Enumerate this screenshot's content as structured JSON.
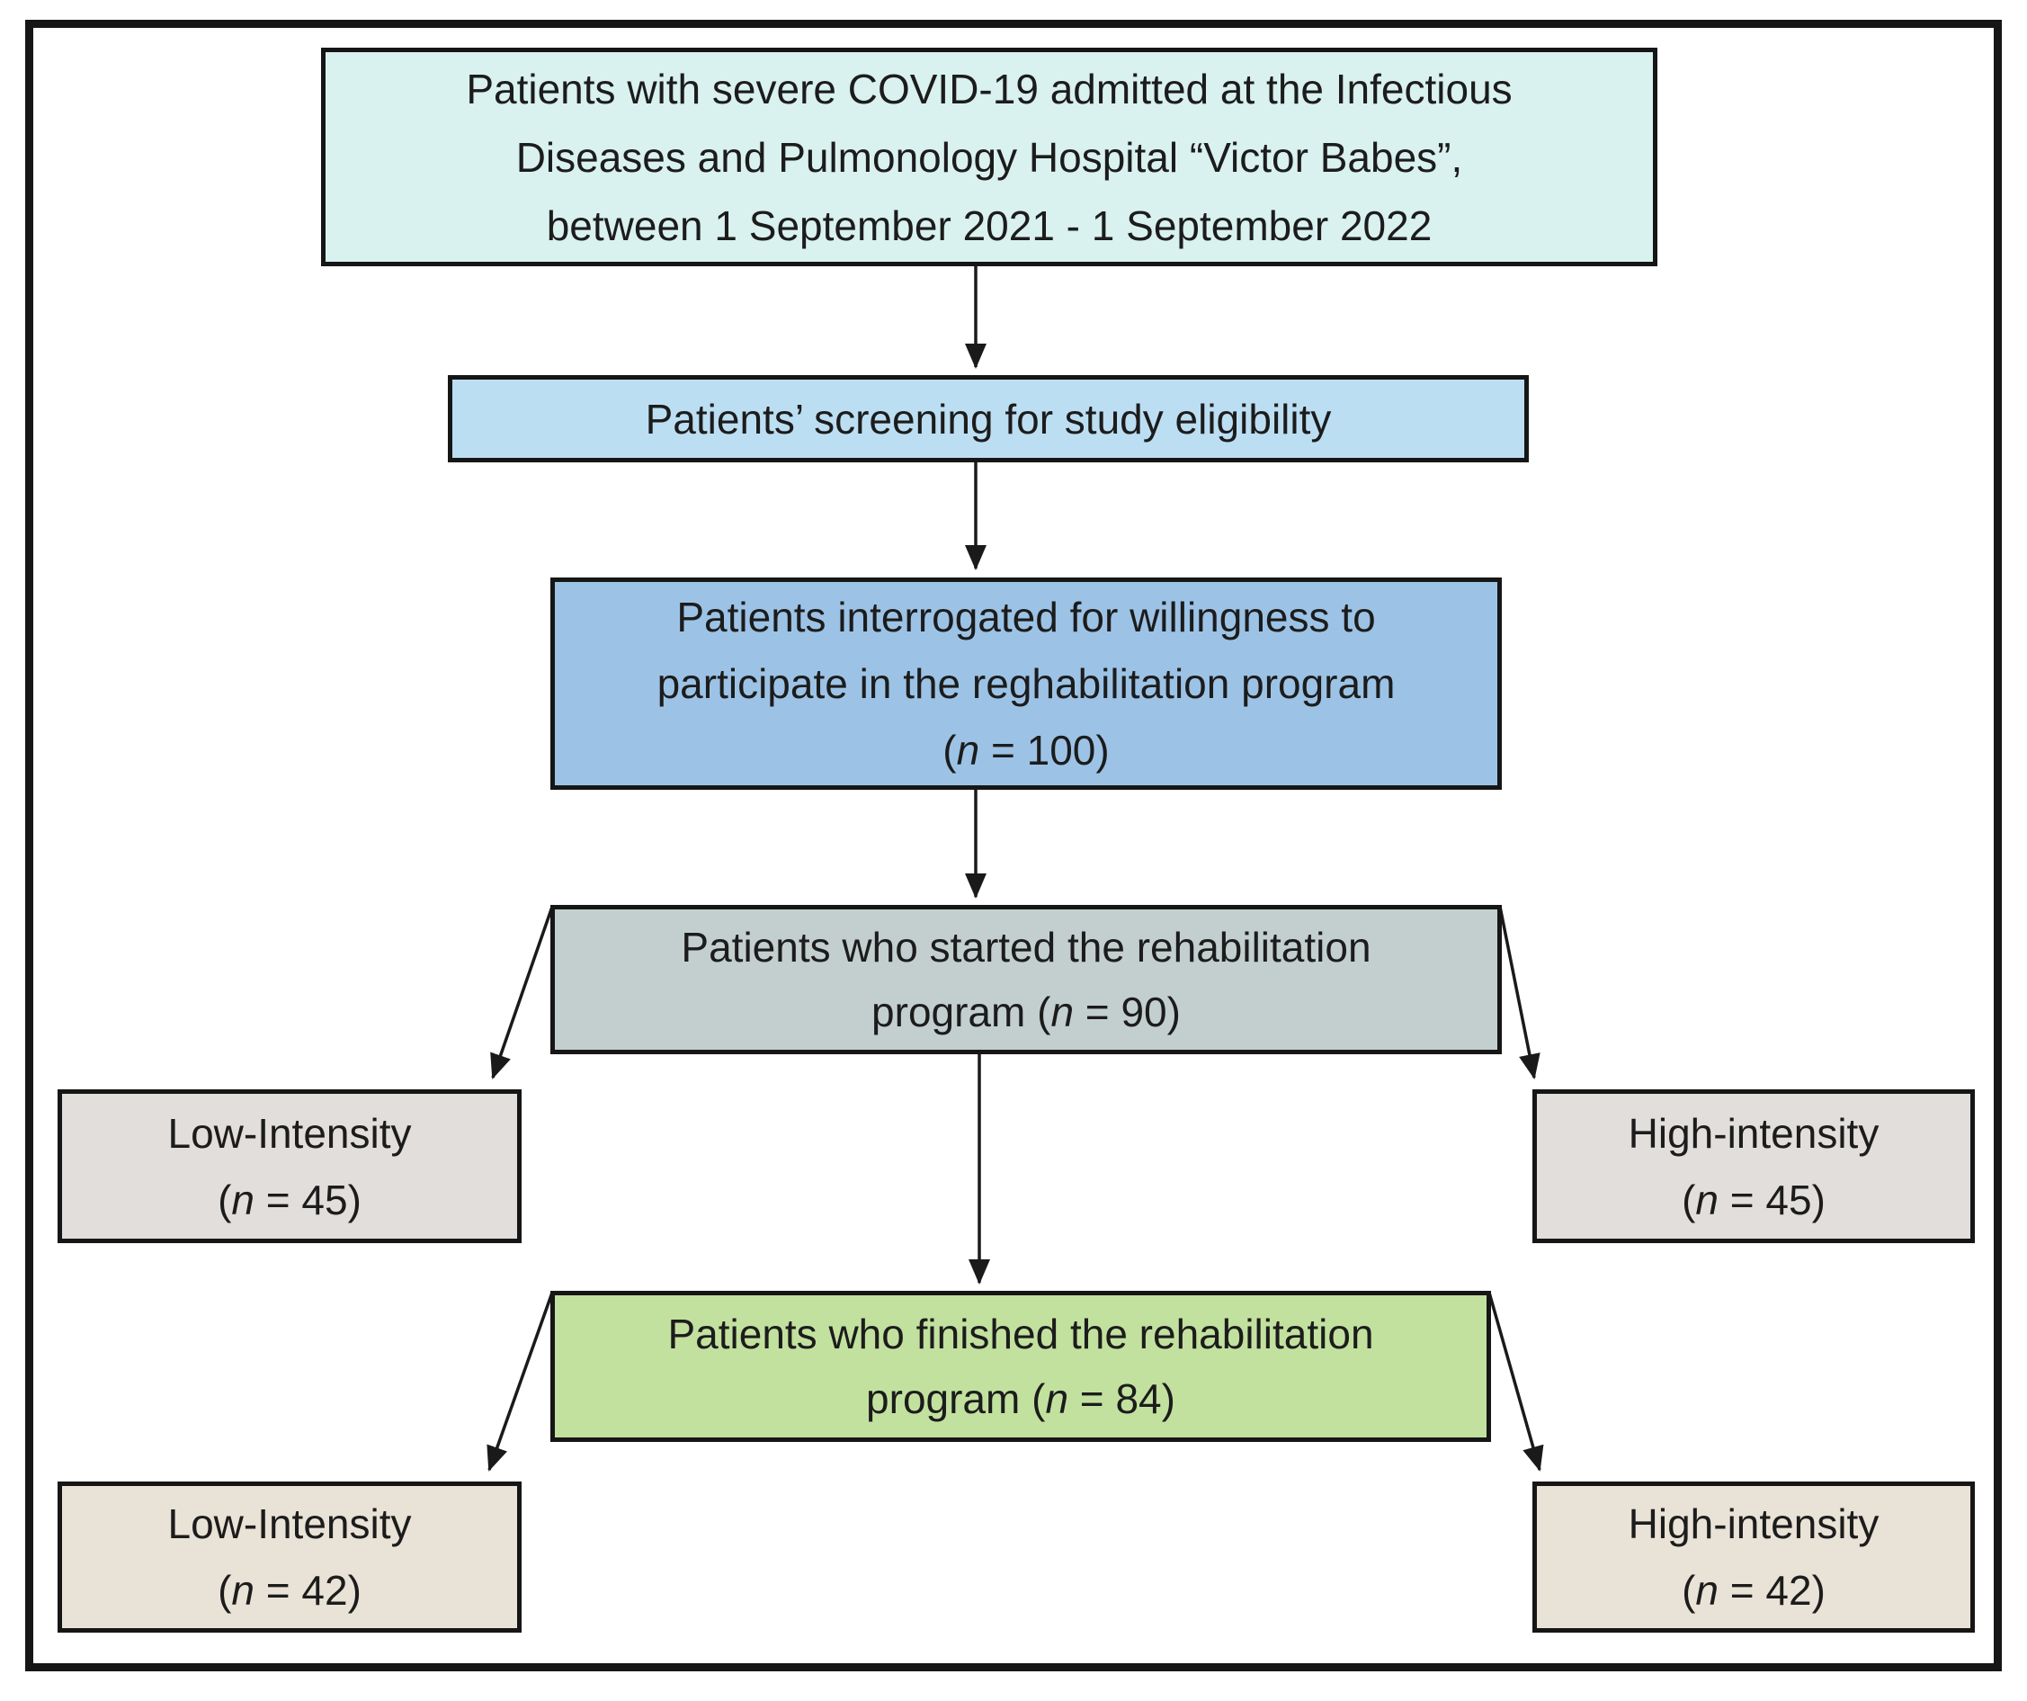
{
  "colors": {
    "outline": "#161616",
    "arrow": "#1a1a1a",
    "admitted_fill": "#d9f1ef",
    "screening_fill": "#bcdef2",
    "interrogated_fill": "#9cc3e6",
    "started_fill": "#c3cfcf",
    "split_45_fill": "#e1dedb",
    "finished_fill": "#c2e19e",
    "split_42_fill": "#e9e2d6"
  },
  "nodes": {
    "admitted": {
      "fill": "#d9f1ef",
      "lines": [
        "Patients with severe COVID-19 admitted at the Infectious",
        "Diseases and Pulmonology Hospital “Victor Babes”,",
        "between 1 September 2021 - 1 September 2022"
      ]
    },
    "screening": {
      "fill": "#bcdef2",
      "lines": [
        "Patients’ screening for study eligibility"
      ]
    },
    "interrogated": {
      "fill": "#9cc3e6",
      "lines": [
        "Patients interrogated for willingness to",
        "participate in the reghabilitation program"
      ],
      "n": {
        "pre": "(",
        "var": "n",
        "post": " = 100)"
      }
    },
    "started": {
      "fill": "#c3cfcf",
      "lines": [
        "Patients who started the rehabilitation"
      ],
      "n": {
        "pre": "program (",
        "var": "n",
        "post": " = 90)"
      }
    },
    "low45": {
      "fill": "#e1dedb",
      "title": "Low-Intensity",
      "n": {
        "pre": "(",
        "var": "n",
        "post": " = 45)"
      }
    },
    "high45": {
      "fill": "#e1dedb",
      "title": "High-intensity",
      "n": {
        "pre": "(",
        "var": "n",
        "post": " = 45)"
      }
    },
    "finished": {
      "fill": "#c2e19e",
      "lines": [
        "Patients who finished the rehabilitation"
      ],
      "n": {
        "pre": "program (",
        "var": "n",
        "post": " = 84)"
      }
    },
    "low42": {
      "fill": "#e9e2d6",
      "title": "Low-Intensity",
      "n": {
        "pre": "(",
        "var": "n",
        "post": " = 42)"
      }
    },
    "high42": {
      "fill": "#e9e2d6",
      "title": "High-intensity",
      "n": {
        "pre": "(",
        "var": "n",
        "post": " = 42)"
      }
    }
  }
}
